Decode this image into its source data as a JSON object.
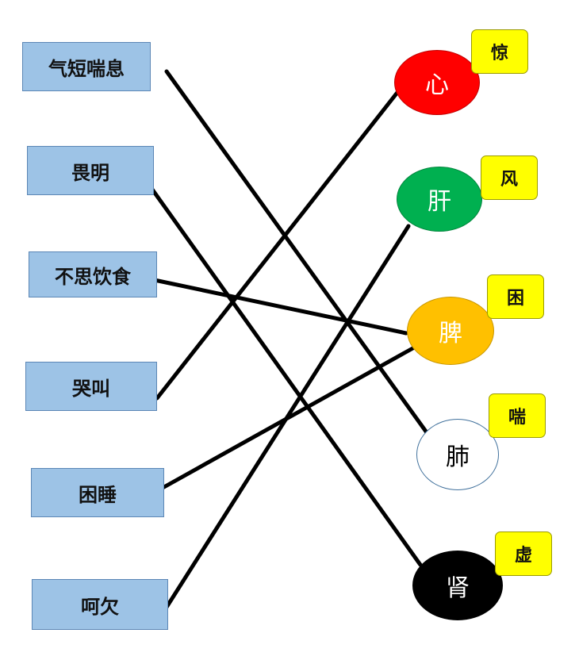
{
  "symptoms": [
    {
      "id": "s1",
      "label": "气短喘息"
    },
    {
      "id": "s2",
      "label": "畏明"
    },
    {
      "id": "s3",
      "label": "不思饮食"
    },
    {
      "id": "s4",
      "label": "哭叫"
    },
    {
      "id": "s5",
      "label": "困睡"
    },
    {
      "id": "s6",
      "label": "呵欠"
    }
  ],
  "organs": [
    {
      "id": "o1",
      "label": "心",
      "tag": "惊",
      "fill": "#ff0000",
      "text_color": "#ffffff",
      "border": "#c00000"
    },
    {
      "id": "o2",
      "label": "肝",
      "tag": "风",
      "fill": "#00b050",
      "text_color": "#ffffff",
      "border": "#00853c"
    },
    {
      "id": "o3",
      "label": "脾",
      "tag": "困",
      "fill": "#ffc000",
      "text_color": "#ffffff",
      "border": "#c99700"
    },
    {
      "id": "o4",
      "label": "肺",
      "tag": "喘",
      "fill": "#ffffff",
      "text_color": "#000000",
      "border": "#41719c"
    },
    {
      "id": "o5",
      "label": "肾",
      "tag": "虚",
      "fill": "#000000",
      "text_color": "#ffffff",
      "border": "#000000"
    }
  ],
  "connections": [
    {
      "from": "s1",
      "to": "o4"
    },
    {
      "from": "s2",
      "to": "o5"
    },
    {
      "from": "s3",
      "to": "o3"
    },
    {
      "from": "s4",
      "to": "o1"
    },
    {
      "from": "s5",
      "to": "o3"
    },
    {
      "from": "s6",
      "to": "o2"
    }
  ]
}
